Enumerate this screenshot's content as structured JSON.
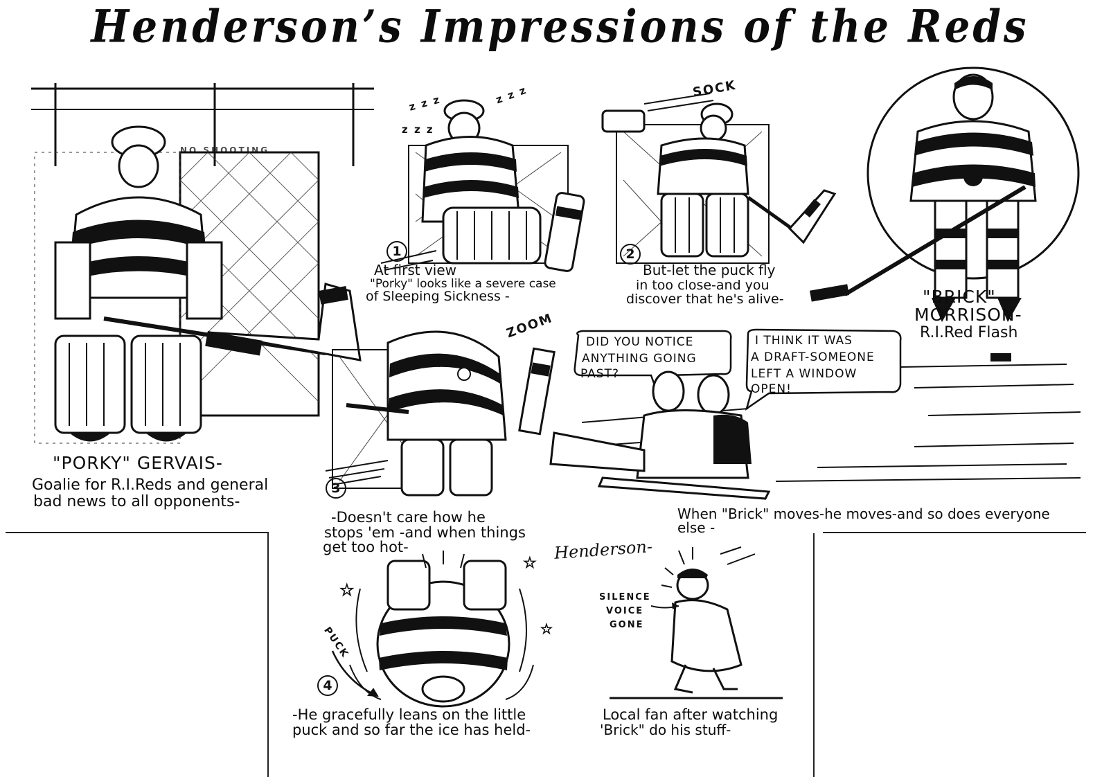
{
  "title": "Henderson’s Impressions of the Reds",
  "panels": {
    "main": {
      "name_line": "\"PORKY\" GERVAIS-",
      "caption_lines": [
        "Goalie for R.I.Reds and general",
        "bad news to all opponents-"
      ],
      "net_sign": "NO SHOOTING"
    },
    "panel1": {
      "number": "1",
      "caption_lines": [
        "At first view",
        "\"Porky\" looks like a severe case",
        "of Sleeping Sickness -"
      ],
      "sfx": "z z z"
    },
    "panel2": {
      "number": "2",
      "caption_lines": [
        "But-let the puck fly",
        "in too close-and you",
        "discover that he's alive-"
      ],
      "sfx": "SOCK"
    },
    "portrait": {
      "caption_lines": [
        "\"BRICK\"",
        "MORRISON-",
        "R.I.Red Flash"
      ]
    },
    "panel3": {
      "number": "3",
      "caption_lines": [
        "-Doesn't care how he",
        "stops 'em -and when things",
        "get too hot-"
      ],
      "sfx": "ZOOM"
    },
    "dialogue": {
      "bubble1_lines": [
        "DID YOU NOTICE",
        "ANYTHING GOING",
        "PAST?"
      ],
      "bubble2_lines": [
        "I THINK IT WAS",
        "A DRAFT-SOMEONE",
        "LEFT A WINDOW",
        "OPEN!"
      ],
      "caption_lines": [
        "When \"Brick\" moves-he moves-and so does everyone",
        "else -"
      ]
    },
    "panel4": {
      "number": "4",
      "sfx": "PUCK",
      "caption_lines": [
        "-He gracefully leans on the little",
        "puck and so far the ice has held-"
      ]
    },
    "fan": {
      "label_lines": [
        "SILENCE",
        "VOICE",
        "GONE"
      ],
      "caption_lines": [
        "Local fan after watching",
        "'Brick\" do his stuff-"
      ]
    }
  },
  "signature": "Henderson-"
}
